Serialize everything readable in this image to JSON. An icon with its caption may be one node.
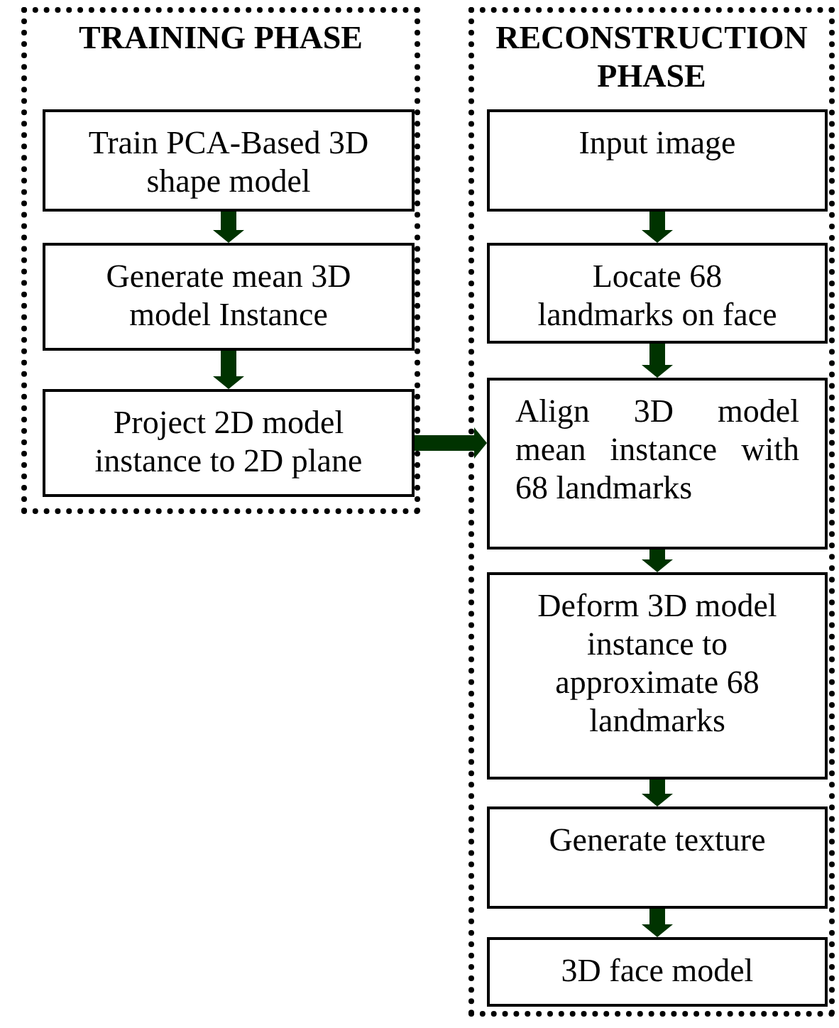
{
  "diagram": {
    "nodes": [
      {
        "text": [
          "TRAINING PHASE"
        ]
      },
      {
        "text": [
          "Train PCA-Based 3D shape model"
        ],
        "in": 0
      },
      {
        "text": [
          "Generate mean 3D model Instance"
        ],
        "in": 0
      },
      {
        "text": [
          "Project 2D model instance to 2D plane"
        ],
        "in": 0
      },
      {
        "text": [
          "RECONSTRUCTION PHASE"
        ]
      },
      {
        "text": [
          "Input image"
        ],
        "in": 4
      },
      {
        "text": [
          "Locate 68 landmarks on face"
        ],
        "in": 4
      },
      {
        "text": [
          "Align 3D model mean instance with 68 landmarks"
        ],
        "in": 4
      },
      {
        "text": [
          "Deform 3D model instance to approximate 68 landmarks"
        ],
        "in": 4
      },
      {
        "text": [
          "Generate texture"
        ],
        "in": 4
      },
      {
        "text": [
          "3D face model"
        ],
        "in": 4
      }
    ],
    "edges": [
      {
        "from": 1,
        "to": 2,
        "arrow": "to"
      },
      {
        "from": 2,
        "to": 3,
        "arrow": "to"
      },
      {
        "from": 3,
        "to": 7,
        "arrow": "to"
      },
      {
        "from": 5,
        "to": 6,
        "arrow": "to"
      },
      {
        "from": 6,
        "to": 7,
        "arrow": "to"
      },
      {
        "from": 7,
        "to": 8,
        "arrow": "to"
      },
      {
        "from": 8,
        "to": 9,
        "arrow": "to"
      },
      {
        "from": 9,
        "to": 10,
        "arrow": "to"
      }
    ]
  }
}
